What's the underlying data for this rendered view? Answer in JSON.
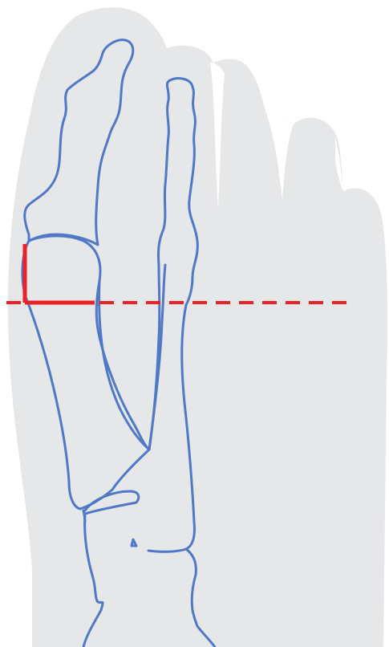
{
  "diagram": {
    "colors": {
      "background": "#ffffff",
      "foot_silhouette": "#e6e7e9",
      "bone_outline": "#4f79c7",
      "measurement": "#ea2228"
    },
    "shapes": [
      "foot-silhouette",
      "first-metatarsal",
      "proximal-phalanx",
      "second-metatarsal",
      "cuneiform",
      "medial-eminence-measurement",
      "reference-line"
    ]
  }
}
